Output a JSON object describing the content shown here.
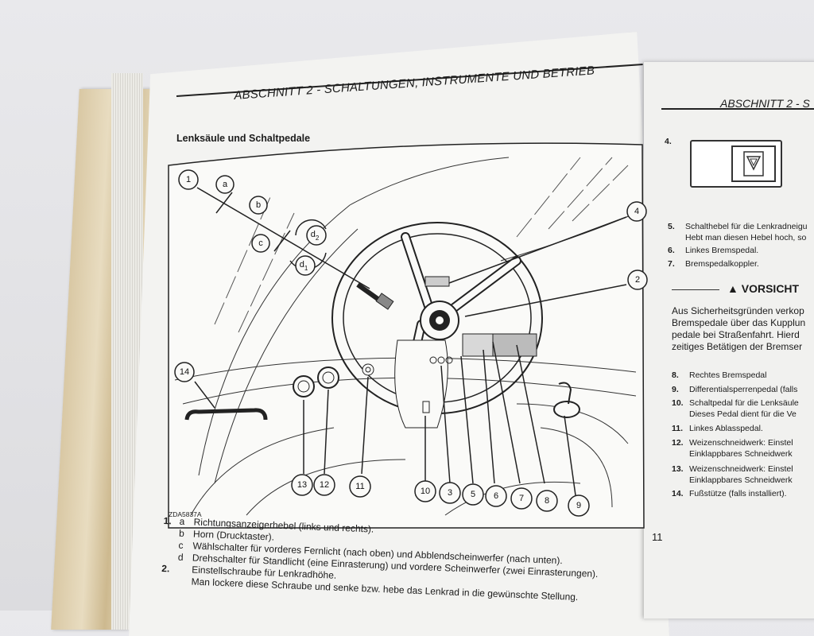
{
  "left_page": {
    "header": "ABSCHNITT 2 - SCHALTUNGEN, INSTRUMENTE UND BETRIEB",
    "section_title": "Lenksäule und Schaltpedale",
    "figure_code": "ZDA5837A",
    "page_number": "11",
    "callouts": [
      "1",
      "2",
      "3",
      "4",
      "5",
      "6",
      "7",
      "8",
      "9",
      "10",
      "11",
      "12",
      "13",
      "14"
    ],
    "sub_callouts": [
      "a",
      "b",
      "c"
    ],
    "d_labels": {
      "d2_base": "d",
      "d2_sub": "2",
      "d1_base": "d",
      "d1_sub": "1"
    },
    "legend": [
      {
        "num": "1.",
        "letter": "a",
        "text": "Richtungsanzeigerhebel (links und rechts)."
      },
      {
        "num": "",
        "letter": "b",
        "text": "Horn (Drucktaster)."
      },
      {
        "num": "",
        "letter": "c",
        "text": "Wählschalter für vorderes Fernlicht (nach oben) und Abblendscheinwerfer (nach unten)."
      },
      {
        "num": "",
        "letter": "d",
        "text": "Drehschalter für Standlicht (eine Einrasterung) und vordere Scheinwerfer (zwei Einrasterungen)."
      },
      {
        "num": "2.",
        "letter": "",
        "text": "Einstellschraube für Lenkradhöhe."
      },
      {
        "num": "",
        "letter": "",
        "text": "Man lockere diese Schraube und senke bzw. hebe das Lenkrad in die gewünschte Stellung."
      }
    ]
  },
  "right_page": {
    "header": "ABSCHNITT 2 - S",
    "item4": "4.",
    "items_top": [
      {
        "num": "5.",
        "text": "Schalthebel für die Lenkradneigu"
      },
      {
        "num": "",
        "text": "Hebt man diesen Hebel hoch, so"
      },
      {
        "num": "6.",
        "text": "Linkes Bremspedal."
      },
      {
        "num": "7.",
        "text": "Bremspedalkoppler."
      }
    ],
    "warning_title": "VORSICHT",
    "warning_lines": [
      "Aus Sicherheitsgründen verkop",
      "Bremspedale über das Kupplun",
      "pedale bei Straßenfahrt. Hierd",
      "zeitiges Betätigen der Bremser"
    ],
    "items_bottom": [
      {
        "num": "8.",
        "text": "Rechtes Bremspedal"
      },
      {
        "num": "9.",
        "text": "Differentialsperrenpedal (falls"
      },
      {
        "num": "10.",
        "text": "Schaltpedal für die Lenksäule"
      },
      {
        "num": "",
        "text": "Dieses Pedal dient für die Ve"
      },
      {
        "num": "11.",
        "text": "Linkes Ablasspedal."
      },
      {
        "num": "12.",
        "text": "Weizenschneidwerk: Einstel"
      },
      {
        "num": "",
        "text": "Einklappbares Schneidwerk"
      },
      {
        "num": "13.",
        "text": "Weizenschneidwerk: Einstel"
      },
      {
        "num": "",
        "text": "Einklappbares Schneidwerk"
      },
      {
        "num": "14.",
        "text": "Fußstütze (falls installiert)."
      }
    ]
  }
}
